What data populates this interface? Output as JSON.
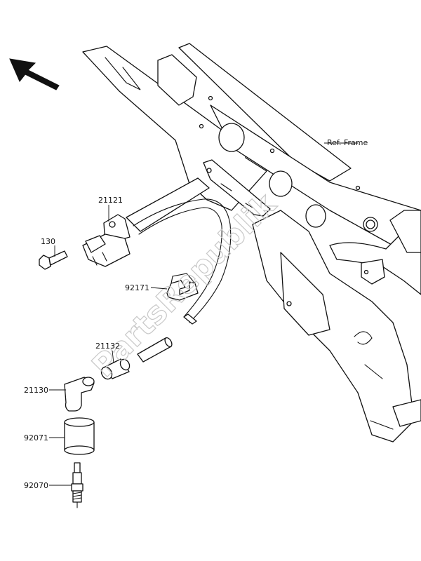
{
  "labels": {
    "ref_frame": "Ref. Frame",
    "p21121": "21121",
    "p130": "130",
    "p92171": "92171",
    "p21132": "21132",
    "p21130": "21130",
    "p92071": "92071",
    "p92070": "92070"
  },
  "watermark": "PartsRepublik",
  "icons": {
    "direction": "arrow-up-left-icon"
  }
}
